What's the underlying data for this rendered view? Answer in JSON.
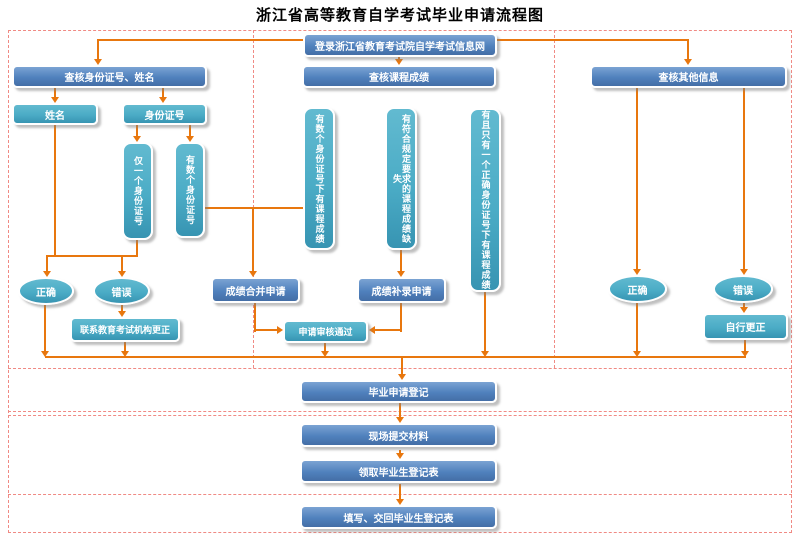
{
  "title": "浙江省高等教育自学考试毕业申请流程图",
  "colors": {
    "box_blue": "#5081bd",
    "box_teal": "#4bacc6",
    "arrow_orange": "#e8770e",
    "lane_dash_red": "#f08a84"
  },
  "nodes": {
    "login": "登录浙江省教育考试院自学考试信息网",
    "check_id": "查核身份证号、姓名",
    "name": "姓名",
    "id_number": "身份证号",
    "only_one_id": "仅一个身份证号",
    "several_id": "有数个身份证号",
    "correct_left": "正确",
    "wrong_left": "错误",
    "contact_correct": "联系教育考试机构更正",
    "check_course": "查核课程成绩",
    "scores_under_several": "有数个身份证号下有课程成绩",
    "scores_missing": "有符合规定要求的课程成绩缺失",
    "scores_under_one": "有且只有一个正确身份证号下有课程成绩",
    "merge_apply": "成绩合并申请",
    "supplement_apply": "成绩补录申请",
    "review_pass": "申请审核通过",
    "check_other": "查核其他信息",
    "correct_right": "正确",
    "wrong_right": "错误",
    "self_correct": "自行更正",
    "grad_register": "毕业申请登记",
    "submit_materials": "现场提交材料",
    "receive_form": "领取毕业生登记表",
    "fill_return": "填写、交回毕业生登记表"
  }
}
